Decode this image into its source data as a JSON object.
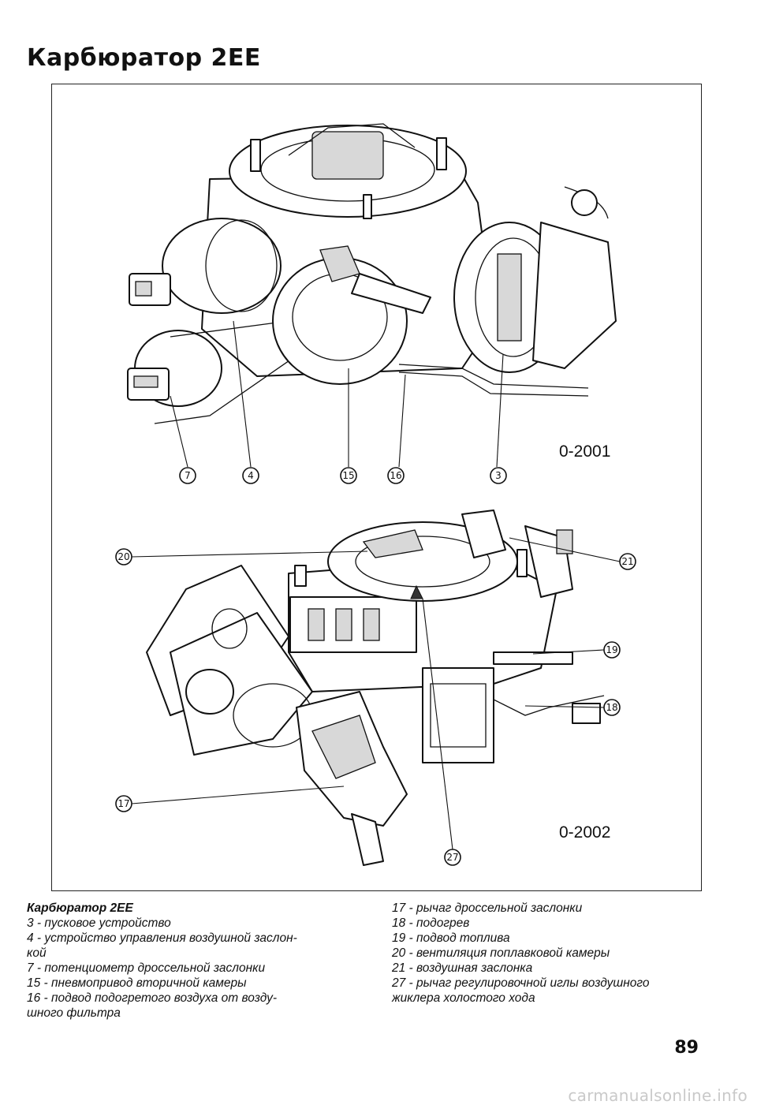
{
  "page": {
    "title": "Карбюратор 2EE",
    "page_number": "89",
    "watermark": "carmanualsonline.info"
  },
  "figure": {
    "top_view_code": "0-2001",
    "bottom_view_code": "0-2002",
    "top_callouts": [
      "7",
      "4",
      "15",
      "16",
      "3"
    ],
    "bottom_callouts": [
      "20",
      "21",
      "19",
      "18",
      "17",
      "27"
    ]
  },
  "caption": {
    "heading": "Карбюратор 2EE",
    "left_lines": [
      "3 - пусковое устройство",
      "4 - устройство управления воздушной заслон-",
      "кой",
      "7 - потенциометр дроссельной заслонки",
      "15 - пневмопривод вторичной камеры",
      "16 - подвод подогретого воздуха от возду-",
      "шного фильтра"
    ],
    "right_lines": [
      "17 - рычаг дроссельной заслонки",
      "18 - подогрев",
      "19 - подвод топлива",
      "20 - вентиляция поплавковой камеры",
      "21 - воздушная заслонка",
      "27 - рычаг регулировочной иглы воздушного",
      "жиклера холостого хода"
    ]
  }
}
